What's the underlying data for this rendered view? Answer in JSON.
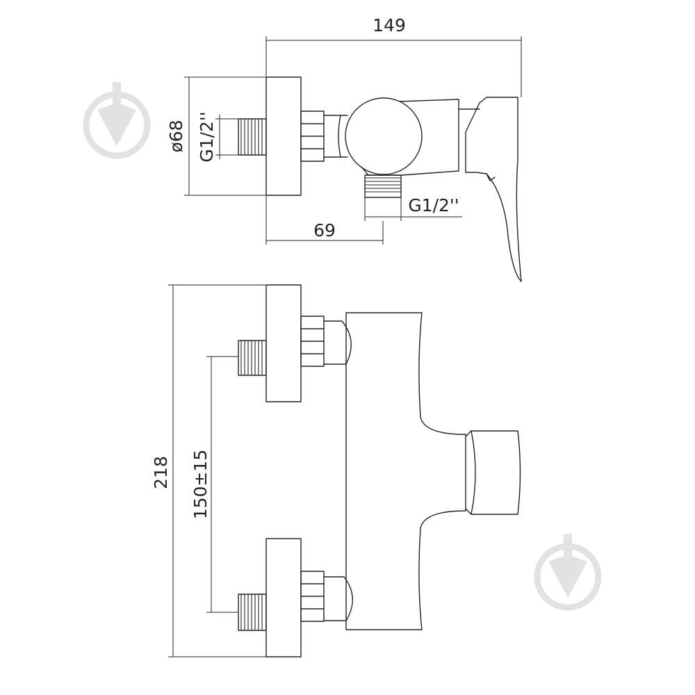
{
  "dimensions": {
    "overall_length": "149",
    "flange_diameter": "ø68",
    "inlet_thread_top": "G1/2''",
    "outlet_thread": "G1/2''",
    "outlet_offset": "69",
    "overall_height": "218",
    "inlet_spacing": "150±15"
  },
  "watermarks": [
    {
      "name": "brand-logo",
      "icon": "drop-in-circle-icon"
    },
    {
      "name": "brand-logo",
      "icon": "drop-in-circle-icon"
    }
  ],
  "colors": {
    "line": "#222222",
    "watermark": "#e2e2e2",
    "background": "#ffffff"
  }
}
